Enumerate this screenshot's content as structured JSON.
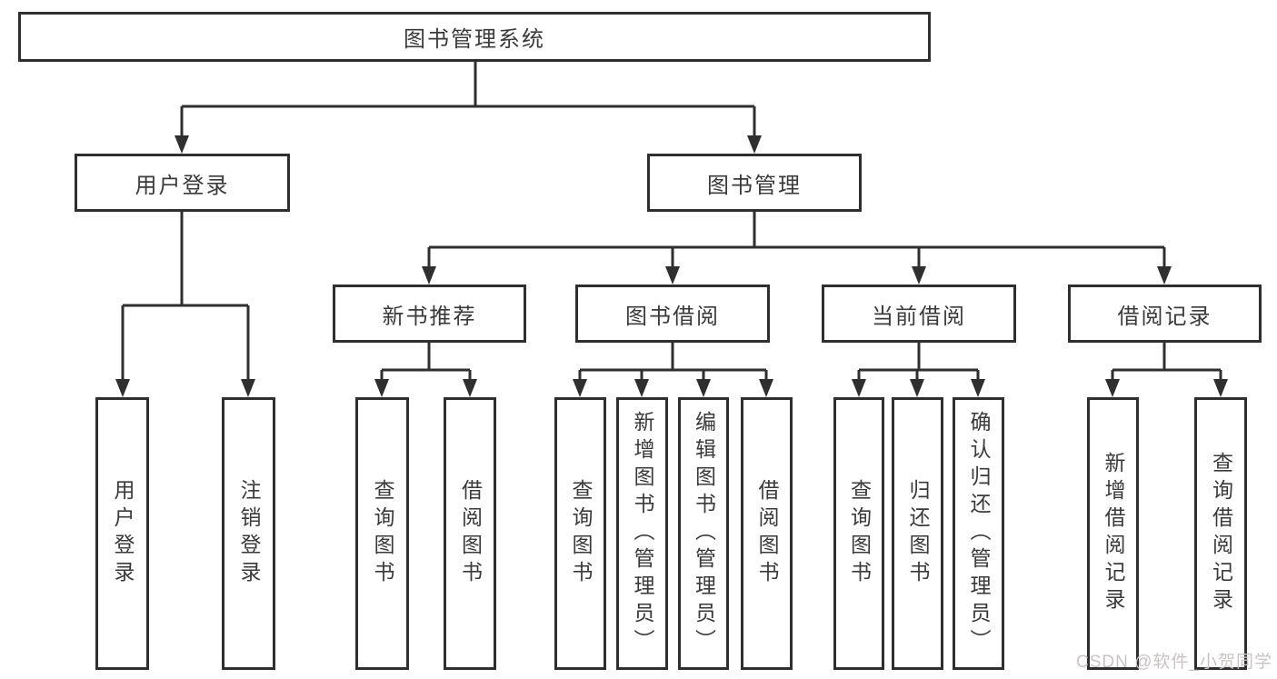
{
  "diagram": {
    "colors": {
      "line": "#2f2f2f",
      "box_border": "#2f2f2f",
      "box_fill": "#ffffff",
      "text": "#3a3a3a",
      "watermark": "#c9c3c3",
      "background": "#ffffff"
    },
    "nodes": {
      "root": {
        "label": "图书管理系统"
      },
      "level2": [
        {
          "label": "用户登录"
        },
        {
          "label": "图书管理"
        }
      ],
      "level3": [
        {
          "label": "新书推荐"
        },
        {
          "label": "图书借阅"
        },
        {
          "label": "当前借阅"
        },
        {
          "label": "借阅记录"
        }
      ],
      "leaves": [
        {
          "label": "用户登录"
        },
        {
          "label": "注销登录"
        },
        {
          "label": "查询图书"
        },
        {
          "label": "借阅图书"
        },
        {
          "label": "查询图书"
        },
        {
          "label": "新增图书（管理员）"
        },
        {
          "label": "编辑图书（管理员）"
        },
        {
          "label": "借阅图书"
        },
        {
          "label": "查询图书"
        },
        {
          "label": "归还图书"
        },
        {
          "label": "确认归还（管理员）"
        },
        {
          "label": "新增借阅记录"
        },
        {
          "label": "查询借阅记录"
        }
      ]
    },
    "watermark": {
      "text": "CSDN @软件_小贺同学"
    }
  }
}
